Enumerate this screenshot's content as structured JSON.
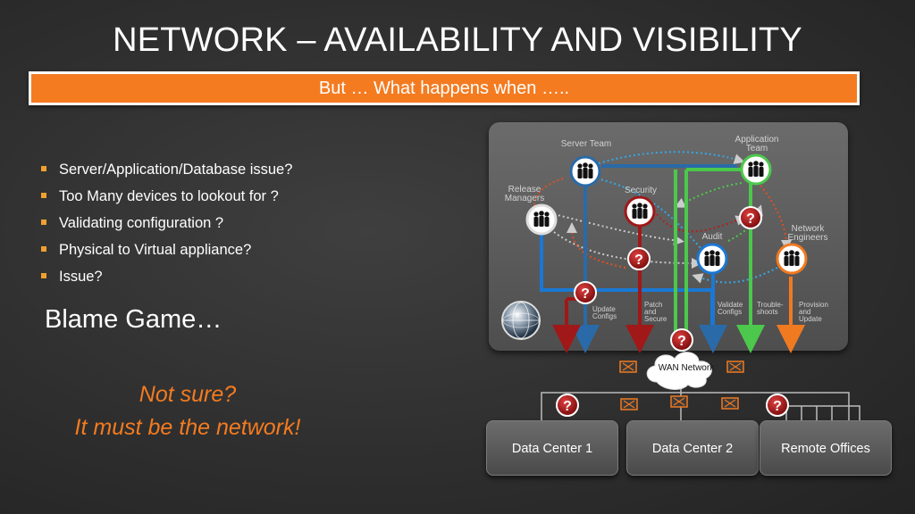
{
  "title": "NETWORK – AVAILABILITY AND VISIBILITY",
  "banner": "But … What happens when …..",
  "bullets": [
    "Server/Application/Database issue?",
    "Too Many devices to lookout for ?",
    "Validating  configuration ?",
    "Physical to Virtual appliance?",
    "Issue?"
  ],
  "blame": "Blame Game…",
  "not_sure": [
    "Not sure?",
    "It must be the network!"
  ],
  "teams": {
    "server": "Server Team",
    "app": [
      "Application",
      "Team"
    ],
    "release": [
      "Release",
      "Managers"
    ],
    "security": "Security",
    "network": [
      "Network",
      "Engineers"
    ],
    "audit": "Audit"
  },
  "actions": {
    "update": [
      "Update",
      "Configs"
    ],
    "patch": [
      "Patch",
      "and",
      "Secure"
    ],
    "validate": [
      "Validate",
      "Configs"
    ],
    "trouble": [
      "Trouble-",
      "shoots"
    ],
    "provision": [
      "Provision",
      "and",
      "Update"
    ]
  },
  "question_mark": "?",
  "wan": "WAN Network",
  "datacenters": [
    "Data Center 1",
    "Data Center 2",
    "Remote Offices"
  ],
  "colors": {
    "accent": "#f47b20",
    "red": "#9a1a1a",
    "blue": "#1a78d4",
    "green": "#4cc84c",
    "orange": "#f07a20",
    "dark_blue": "#2a5a8c"
  },
  "icons": [
    "people-group-icon",
    "question-badge-icon",
    "globe-icon",
    "wan-cloud-icon",
    "router-icon"
  ]
}
